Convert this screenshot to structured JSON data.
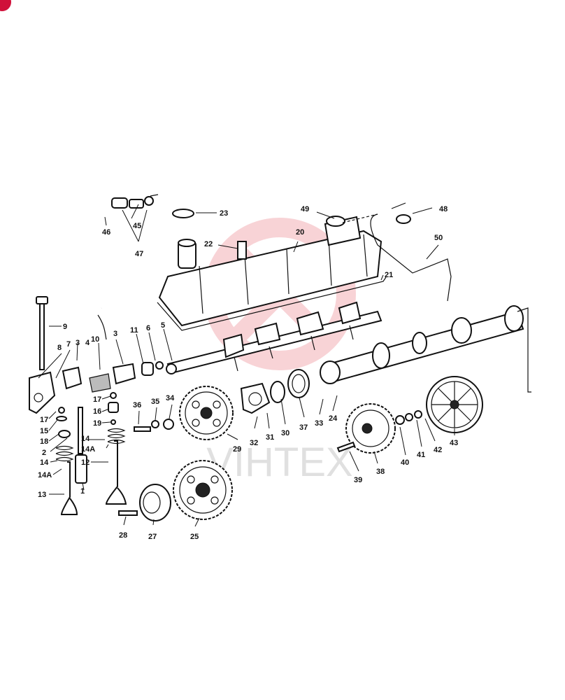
{
  "watermark": {
    "text": "VIHTEX",
    "color": "#e03a4a"
  },
  "accent_color": "#d0103a",
  "labels": {
    "l1": "1",
    "l2": "2",
    "l3a": "3",
    "l3b": "3",
    "l4": "4",
    "l5": "5",
    "l6": "6",
    "l7": "7",
    "l8": "8",
    "l9": "9",
    "l10": "10",
    "l11": "11",
    "l12": "12",
    "l13": "13",
    "l14a": "14",
    "l14b": "14",
    "l14Aa": "14A",
    "l14Ab": "14A",
    "l15": "15",
    "l16": "16",
    "l17a": "17",
    "l17b": "17",
    "l18": "18",
    "l19": "19",
    "l20": "20",
    "l21": "21",
    "l22": "22",
    "l23": "23",
    "l24": "24",
    "l25": "25",
    "l27": "27",
    "l28": "28",
    "l29": "29",
    "l30": "30",
    "l31": "31",
    "l32": "32",
    "l33": "33",
    "l34": "34",
    "l35": "35",
    "l36": "36",
    "l37": "37",
    "l38": "38",
    "l39": "39",
    "l40": "40",
    "l41": "41",
    "l42": "42",
    "l43": "43",
    "l45": "45",
    "l46": "46",
    "l47": "47",
    "l48": "48",
    "l49": "49",
    "l50": "50"
  }
}
